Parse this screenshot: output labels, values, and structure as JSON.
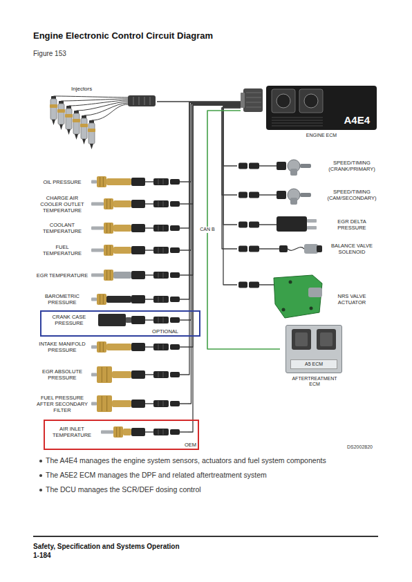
{
  "diagram": {
    "title": "Engine Electronic Control Circuit Diagram",
    "nodes": [
      {
        "text": [
          "Injectors"
        ]
      },
      {
        "text": [
          "A4E4",
          "ENGINE ECM"
        ]
      },
      {
        "text": [
          "OIL PRESSURE"
        ]
      },
      {
        "text": [
          "CHARGE AIR COOLER OUTLET TEMPERATURE"
        ]
      },
      {
        "text": [
          "COOLANT TEMPERATURE"
        ]
      },
      {
        "text": [
          "FUEL TEMPERATURE"
        ]
      },
      {
        "text": [
          "EGR TEMPERATURE"
        ]
      },
      {
        "text": [
          "BAROMETRIC PRESSURE"
        ]
      },
      {
        "text": [
          "OPTIONAL"
        ]
      },
      {
        "text": [
          "CRANK CASE PRESSURE"
        ],
        "in": 8
      },
      {
        "text": [
          "INTAKE MANIFOLD PRESSURE"
        ]
      },
      {
        "text": [
          "EGR ABSOLUTE PRESSURE"
        ]
      },
      {
        "text": [
          "FUEL PRESSURE AFTER SECONDARY FILTER"
        ]
      },
      {
        "text": [
          "OEM"
        ]
      },
      {
        "text": [
          "AIR INLET TEMPERATURE"
        ],
        "in": 13
      },
      {
        "text": [
          "SPEED/TIMING (CRANK/PRIMARY)"
        ]
      },
      {
        "text": [
          "SPEED/TIMING (CAM/SECONDARY)"
        ]
      },
      {
        "text": [
          "EGR DELTA PRESSURE"
        ]
      },
      {
        "text": [
          "BALANCE VALVE SOLENOID"
        ]
      },
      {
        "text": [
          "NRS VALVE ACTUATOR"
        ]
      },
      {
        "text": [
          "A5 ECM",
          "AFTERTREATMENT ECM"
        ]
      }
    ],
    "edges": [
      {
        "from": 0,
        "to": 1,
        "arrow": "none"
      },
      {
        "from": 2,
        "to": 1,
        "arrow": "none"
      },
      {
        "from": 3,
        "to": 1,
        "arrow": "none"
      },
      {
        "from": 4,
        "to": 1,
        "arrow": "none"
      },
      {
        "from": 5,
        "to": 1,
        "arrow": "none"
      },
      {
        "from": 6,
        "to": 1,
        "arrow": "none"
      },
      {
        "from": 7,
        "to": 1,
        "arrow": "none"
      },
      {
        "from": 9,
        "to": 1,
        "arrow": "none"
      },
      {
        "from": 10,
        "to": 1,
        "arrow": "none"
      },
      {
        "from": 11,
        "to": 1,
        "arrow": "none"
      },
      {
        "from": 12,
        "to": 1,
        "arrow": "none"
      },
      {
        "from": 14,
        "to": 1,
        "arrow": "none"
      },
      {
        "from": 15,
        "to": 1,
        "arrow": "none"
      },
      {
        "from": 16,
        "to": 1,
        "arrow": "none"
      },
      {
        "from": 17,
        "to": 1,
        "arrow": "none"
      },
      {
        "from": 18,
        "to": 1,
        "arrow": "none"
      },
      {
        "from": 19,
        "to": 1,
        "arrow": "none"
      },
      {
        "from": 20,
        "to": 1,
        "label": "CAN B",
        "arrow": "none"
      }
    ],
    "labels": [
      "Figure 153",
      "DS2002820",
      "The A4E4 manages the engine system sensors, actuators and fuel system components",
      "The A5E2 ECM manages the DPF and related aftertreatment system",
      "The DCU manages the SCR/DEF dosing control",
      "Safety, Specification and Systems Operation",
      "1-184"
    ]
  }
}
